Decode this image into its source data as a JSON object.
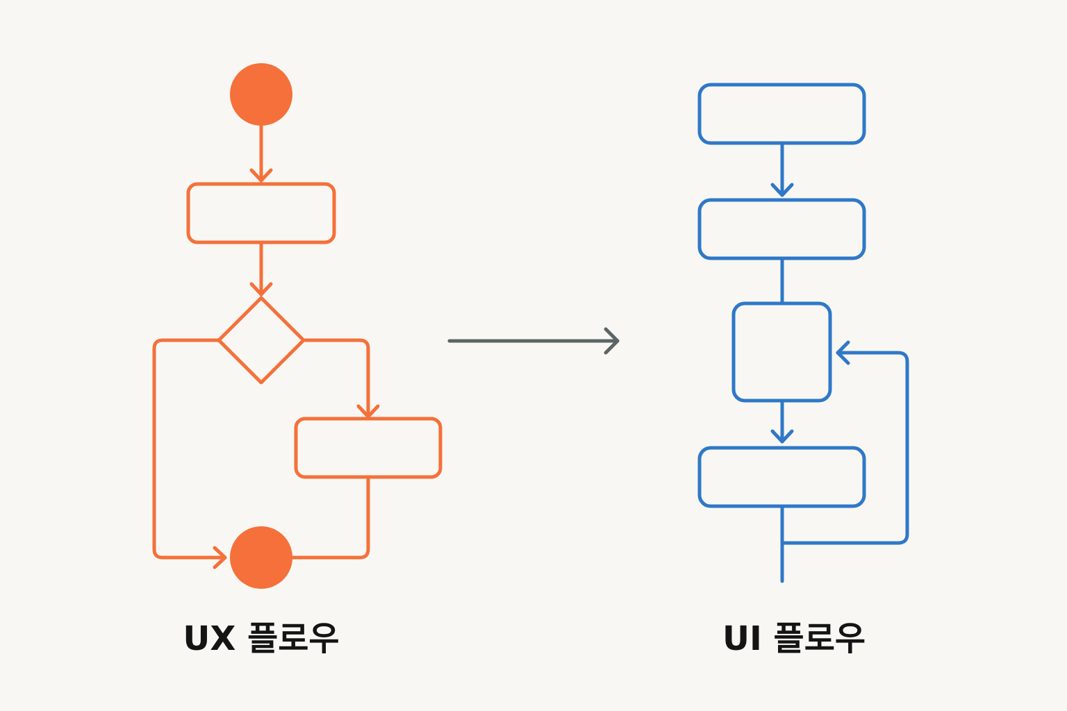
{
  "colors": {
    "background": "#f8f7f3",
    "ux": "#f5703a",
    "ui": "#2f78c8",
    "connector": "#5d6465",
    "label": "#141414"
  },
  "ux_flow": {
    "label": "UX 플로우",
    "nodes": [
      {
        "id": "start",
        "shape": "circle"
      },
      {
        "id": "step-1",
        "shape": "rounded-rect"
      },
      {
        "id": "decision",
        "shape": "diamond"
      },
      {
        "id": "step-2",
        "shape": "rounded-rect"
      },
      {
        "id": "end",
        "shape": "circle"
      }
    ],
    "edges": [
      {
        "from": "start",
        "to": "step-1"
      },
      {
        "from": "step-1",
        "to": "decision"
      },
      {
        "from": "decision",
        "to": "step-2"
      },
      {
        "from": "decision",
        "to": "end"
      },
      {
        "from": "step-2",
        "to": "end"
      }
    ]
  },
  "transition": {
    "from": "ux_flow",
    "to": "ui_flow",
    "shape": "arrow"
  },
  "ui_flow": {
    "label": "UI 플로우",
    "nodes": [
      {
        "id": "screen-1",
        "shape": "rounded-rect"
      },
      {
        "id": "screen-2",
        "shape": "rounded-rect"
      },
      {
        "id": "screen-3",
        "shape": "rounded-square"
      },
      {
        "id": "screen-4",
        "shape": "rounded-rect"
      }
    ],
    "edges": [
      {
        "from": "screen-1",
        "to": "screen-2"
      },
      {
        "from": "screen-2",
        "to": "screen-3"
      },
      {
        "from": "screen-3",
        "to": "screen-4"
      },
      {
        "from": "screen-4",
        "to": "screen-3",
        "type": "loop"
      },
      {
        "from": "screen-4",
        "to": "exit"
      }
    ]
  }
}
